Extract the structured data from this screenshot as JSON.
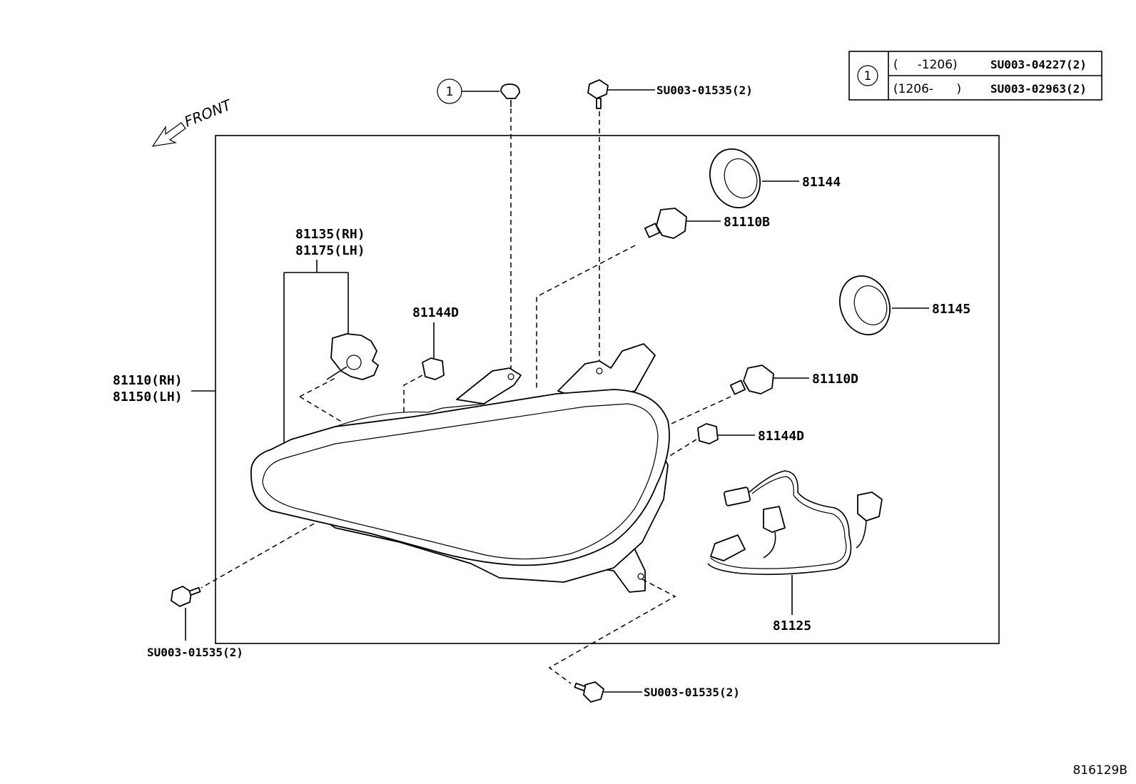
{
  "callouts": {
    "ref_number": "1",
    "front": "FRONT",
    "bolt_top": "SU003-01535(2)",
    "bolt_bottom_left": "SU003-01535(2)",
    "bolt_bottom_center": "SU003-01535(2)",
    "headlamp_rh": "81110(RH)",
    "headlamp_lh": "81150(LH)",
    "socket_rh": "81135(RH)",
    "socket_lh": "81175(LH)",
    "cap_81144d_left": "81144D",
    "cap_81144d_right": "81144D",
    "cover_81144": "81144",
    "cover_81145": "81145",
    "bulb_81110b": "81110B",
    "bulb_81110d": "81110D",
    "wire_81125": "81125",
    "drawing_number": "816129B"
  },
  "legend_table": {
    "ref": "1",
    "rows": [
      {
        "range": "(     -1206)",
        "part": "SU003-04227(2)"
      },
      {
        "range": "(1206-      )",
        "part": "SU003-02963(2)"
      }
    ]
  }
}
